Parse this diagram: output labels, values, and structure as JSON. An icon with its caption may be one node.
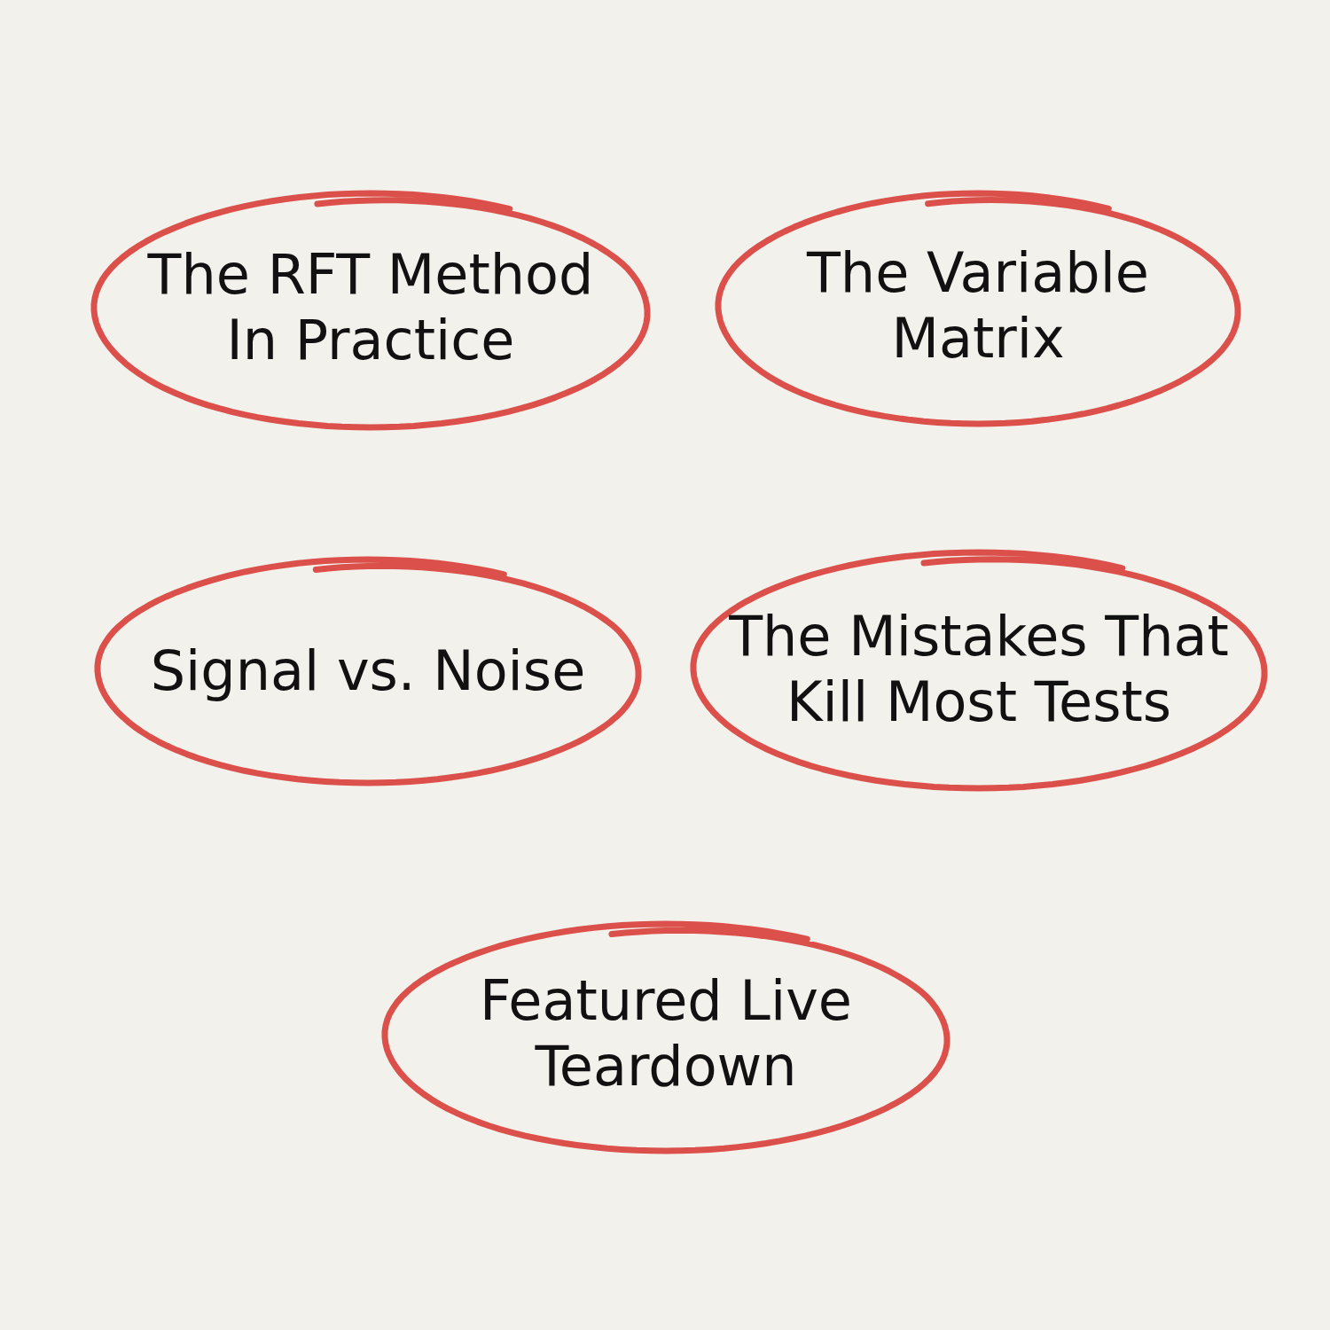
{
  "diagram": {
    "nodes": [
      {
        "text": [
          "The RFT Method In Practice"
        ]
      },
      {
        "text": [
          "The Variable Matrix"
        ]
      },
      {
        "text": [
          "Signal vs. Noise"
        ]
      },
      {
        "text": [
          "The Mistakes That Kill Most Tests"
        ]
      },
      {
        "text": [
          "Featured Live Teardown"
        ]
      }
    ]
  }
}
